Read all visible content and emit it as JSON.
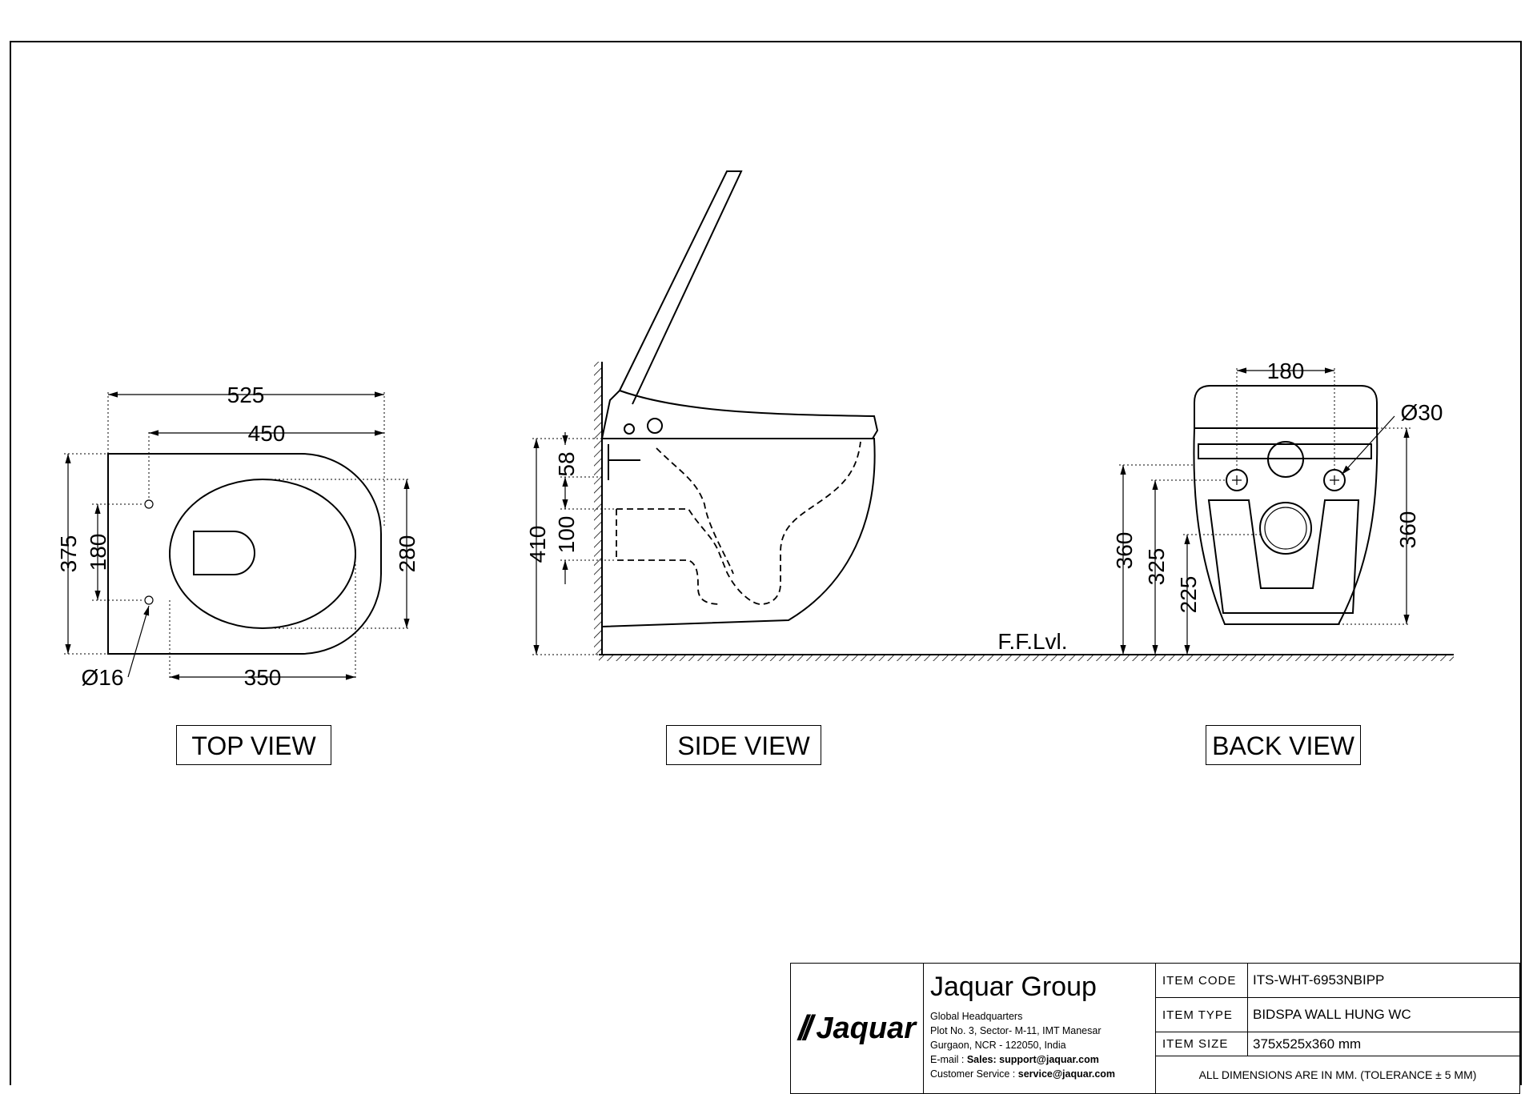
{
  "views": {
    "top": "TOP VIEW",
    "side": "SIDE VIEW",
    "back": "BACK VIEW"
  },
  "dimensions": {
    "top_525": "525",
    "top_450": "450",
    "top_375": "375",
    "top_180": "180",
    "top_280": "280",
    "top_350": "350",
    "top_hole": "Ø16",
    "side_58": "58",
    "side_100": "100",
    "side_410": "410",
    "floor_level": "F.F.Lvl.",
    "back_180": "180",
    "back_hole": "Ø30",
    "back_360_left": "360",
    "back_325": "325",
    "back_225": "225",
    "back_360_right": "360"
  },
  "title_block": {
    "logo_text": "Jaquar",
    "logo_mark": "//",
    "company": "Jaquar Group",
    "hq": "Global Headquarters",
    "address1": "Plot No. 3, Sector- M-11, IMT Manesar",
    "address2": "Gurgaon, NCR - 122050, India",
    "email_label": "E-mail : ",
    "email_value": "Sales: support@jaquar.com",
    "service_label": "Customer Service : ",
    "service_value": "service@jaquar.com",
    "item_code_label": "ITEM CODE",
    "item_code": "ITS-WHT-6953NBIPP",
    "item_type_label": "ITEM TYPE",
    "item_type": "BIDSPA WALL HUNG WC",
    "item_size_label": "ITEM SIZE",
    "item_size": "375x525x360 mm",
    "note": "ALL DIMENSIONS ARE IN MM. (TOLERANCE ± 5 MM)"
  }
}
